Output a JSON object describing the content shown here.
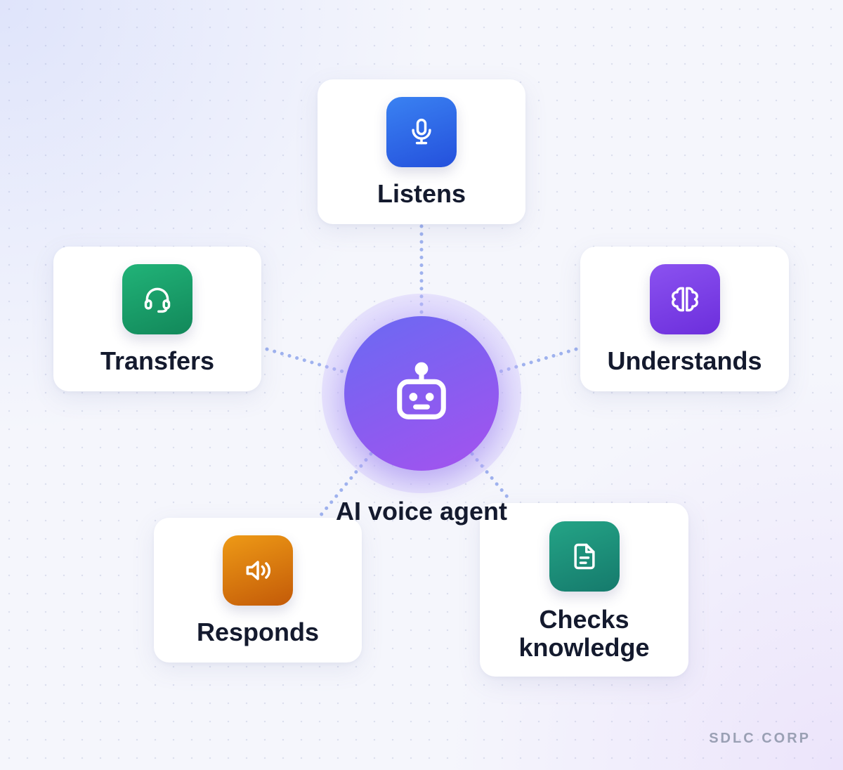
{
  "center": {
    "label": "AI voice agent",
    "icon": "robot-icon",
    "colors": [
      "#6a6af3",
      "#a552ee"
    ]
  },
  "nodes": [
    {
      "label": "Listens",
      "icon": "microphone-icon",
      "colors": [
        "#3a82f2",
        "#2450dc"
      ]
    },
    {
      "label": "Understands",
      "icon": "brain-icon",
      "colors": [
        "#8b52f0",
        "#6c2edc"
      ]
    },
    {
      "label": "Checks knowledge",
      "icon": "document-icon",
      "colors": [
        "#24a486",
        "#157a6c"
      ]
    },
    {
      "label": "Responds",
      "icon": "speaker-icon",
      "colors": [
        "#ee9a16",
        "#c35a08"
      ]
    },
    {
      "label": "Transfers",
      "icon": "headset-icon",
      "colors": [
        "#21b378",
        "#12885a"
      ]
    }
  ],
  "connector_color": "#9fb2ee",
  "brand": "SDLC CORP"
}
